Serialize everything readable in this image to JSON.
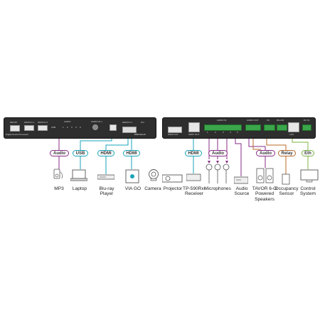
{
  "colors": {
    "audio": "#8a2b87",
    "usb": "#1aa3b8",
    "hdmi": "#1aa3b8",
    "relay": "#b86a2a",
    "eth": "#7cb342",
    "device_body": "#2e2e2e"
  },
  "left_device": {
    "model_label": "Digital Sound Processor",
    "setup_label": "SETUP",
    "hdmi_in1_label": "HDMI IN 1",
    "hdmi_in2_label": "HDMI IN 2",
    "audio_label": "AUDIO",
    "usb_label": "USB",
    "audio_in1_label": "AUDIO IN 1",
    "hdmi_in1b_label": "HDMI IN 1",
    "on_label": "ON",
    "model_badge": "DSP-62-UC",
    "channel_numbers": [
      "1",
      "2",
      "3",
      "4",
      "5"
    ]
  },
  "right_device": {
    "hdmi_out_label": "HDMI OUT",
    "hdbt_label": "HDBT OUT",
    "audio_in_label": "AUDIO IN",
    "audio_out_label": "AUDIO OUT",
    "io_label": "I/O",
    "rs232_label": "RS-232",
    "lan_label": "LAN",
    "dc_label": "DC IN",
    "channel_numbers": [
      "1",
      "2",
      "3",
      "4",
      "5"
    ]
  },
  "badges": {
    "audio_mp3": "Audio",
    "usb": "USB",
    "hdmi_bluray": "HDMI",
    "hdmi_viago": "HDMI",
    "hdmi_receiver": "HDMI",
    "audio_mics": "Audio",
    "audio_speakers": "Audio",
    "relay": "Relay",
    "eth": "Eth"
  },
  "devices": {
    "mp3": "MP3",
    "laptop": "Laptop",
    "bluray": "Blu-ray\nPlayer",
    "viago": "VIA GO",
    "camera": "Camera",
    "projector": "Projector",
    "receiver": "TP-590Rxr\nReceiver",
    "microphones": "Microphones",
    "audio_source": "Audio\nSource",
    "speakers": "TAVOR 6-O\nPowered\nSpeakers",
    "occupancy": "Occupancy\nSensor",
    "control": "Control\nSystem"
  }
}
